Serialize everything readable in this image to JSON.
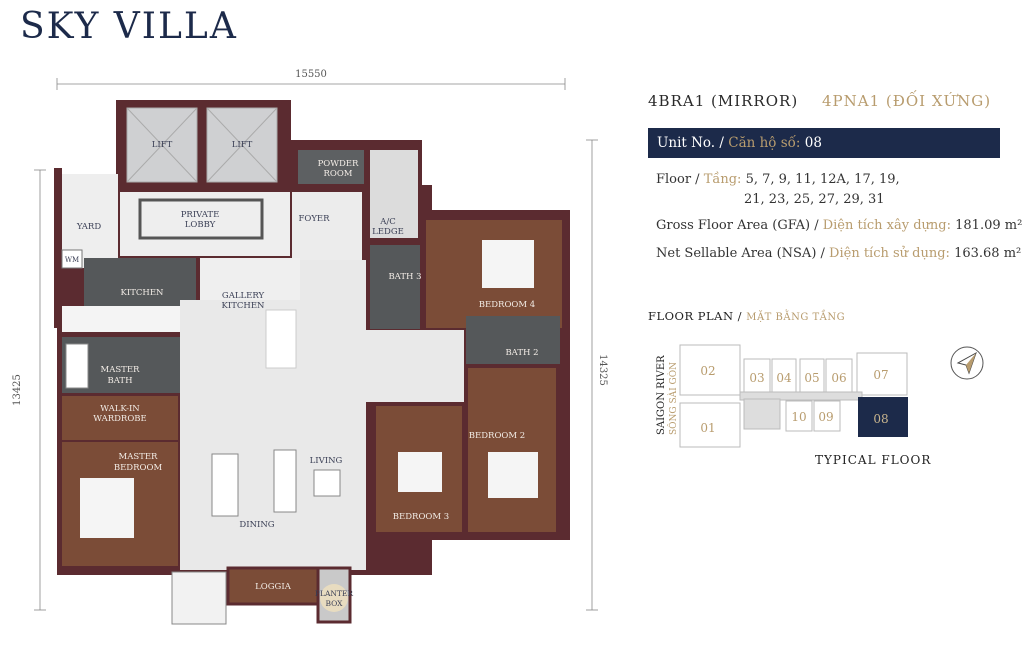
{
  "title": "SKY VILLA",
  "unit_type": {
    "en": "4BRA1 (MIRROR)",
    "vn": "4PNA1 (ĐỐI XỨNG)"
  },
  "unit_no": {
    "label_en": "Unit No. /",
    "label_vn": "Căn hộ số:",
    "value": "08"
  },
  "floor": {
    "label_en": "Floor /",
    "label_vn": "Tầng:",
    "line1": "5, 7, 9, 11, 12A, 17, 19,",
    "line2": "21, 23, 25, 27, 29, 31"
  },
  "gfa": {
    "label_en": "Gross Floor Area (GFA) /",
    "label_vn": "Diện tích xây dựng:",
    "value": "181.09 m²"
  },
  "nsa": {
    "label_en": "Net Sellable Area (NSA) /",
    "label_vn": "Diện tích sử dụng:",
    "value": "163.68 m²"
  },
  "floor_plan": {
    "title_en": "FLOOR PLAN /",
    "title_vn": "MẶT BẰNG TẦNG",
    "river_en": "SAIGON RIVER",
    "river_vn": "SÔNG SÀI GÒN",
    "units": [
      "01",
      "02",
      "03",
      "04",
      "05",
      "06",
      "07",
      "08",
      "09",
      "10"
    ],
    "highlighted_unit": "08",
    "caption": "TYPICAL FLOOR",
    "compass_icon": "north-arrow-icon"
  },
  "dimensions": {
    "width": "15550",
    "left_height": "13425",
    "right_height": "14325"
  },
  "rooms": {
    "lift1": "LIFT",
    "lift2": "LIFT",
    "powder": [
      "POWDER",
      "ROOM"
    ],
    "ac": [
      "A/C",
      "LEDGE"
    ],
    "yard": "YARD",
    "wm": "WM",
    "lobby": [
      "PRIVATE",
      "LOBBY"
    ],
    "foyer": "FOYER",
    "kitchen": "KITCHEN",
    "gallery": [
      "GALLERY",
      "KITCHEN"
    ],
    "bath3": "BATH 3",
    "bedroom4": "BEDROOM 4",
    "bath2": "BATH 2",
    "master_bath": [
      "MASTER",
      "BATH"
    ],
    "wardrobe": [
      "WALK-IN",
      "WARDROBE"
    ],
    "master_bedroom": [
      "MASTER",
      "BEDROOM"
    ],
    "living": "LIVING",
    "dining": "DINING",
    "bedroom3": "BEDROOM 3",
    "bedroom2": "BEDROOM 2",
    "loggia": "LOGGIA",
    "planter": [
      "PLANTER",
      "BOX"
    ]
  },
  "colors": {
    "navy": "#1c2a4a",
    "gold": "#b89c6e",
    "wall": "#5b2b30",
    "wood": "#7b4c37",
    "tile_dark": "#55585a",
    "marble": "#e9e9e9"
  }
}
